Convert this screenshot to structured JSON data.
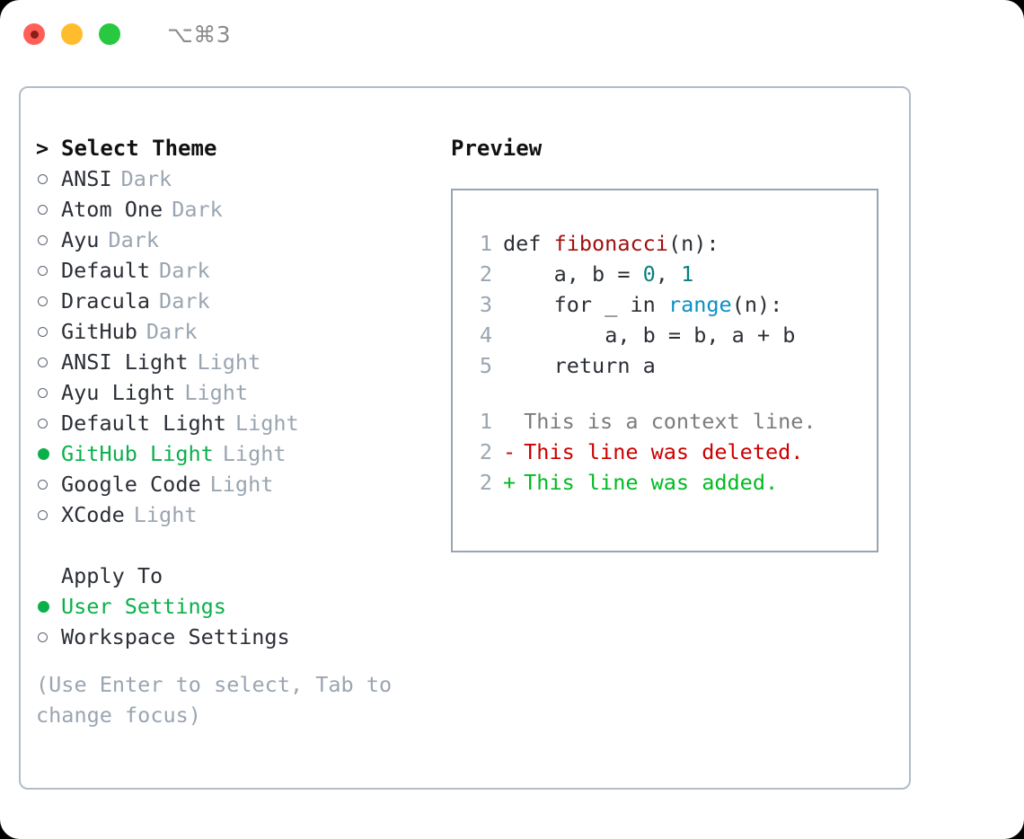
{
  "titlebar": {
    "shortcut": "⌥⌘3",
    "lights": [
      "close-red",
      "minimize-yellow",
      "maximize-green"
    ]
  },
  "theme_picker": {
    "header": {
      "marker": ">",
      "label": "Select Theme"
    },
    "items": [
      {
        "marker": "○",
        "label": "ANSI",
        "tag": "Dark",
        "selected": false
      },
      {
        "marker": "○",
        "label": "Atom One",
        "tag": "Dark",
        "selected": false
      },
      {
        "marker": "○",
        "label": "Ayu",
        "tag": "Dark",
        "selected": false
      },
      {
        "marker": "○",
        "label": "Default",
        "tag": "Dark",
        "selected": false
      },
      {
        "marker": "○",
        "label": "Dracula",
        "tag": "Dark",
        "selected": false
      },
      {
        "marker": "○",
        "label": "GitHub",
        "tag": "Dark",
        "selected": false
      },
      {
        "marker": "○",
        "label": "ANSI Light",
        "tag": "Light",
        "selected": false
      },
      {
        "marker": "○",
        "label": "Ayu Light",
        "tag": "Light",
        "selected": false
      },
      {
        "marker": "○",
        "label": "Default Light",
        "tag": "Light",
        "selected": false
      },
      {
        "marker": "●",
        "label": "GitHub Light",
        "tag": "Light",
        "selected": true
      },
      {
        "marker": "○",
        "label": "Google Code",
        "tag": "Light",
        "selected": false
      },
      {
        "marker": "○",
        "label": "XCode",
        "tag": "Light",
        "selected": false
      }
    ]
  },
  "apply_to": {
    "header": "Apply To",
    "items": [
      {
        "marker": "●",
        "label": "User Settings",
        "selected": true
      },
      {
        "marker": "○",
        "label": "Workspace Settings",
        "selected": false
      }
    ]
  },
  "hint": "(Use Enter to select, Tab to change focus)",
  "preview": {
    "title": "Preview",
    "code_lines": [
      {
        "no": "1",
        "indent": "",
        "parts": [
          {
            "text": "def ",
            "token": "plain"
          },
          {
            "text": "fibonacci",
            "token": "function"
          },
          {
            "text": "(n):",
            "token": "plain"
          }
        ]
      },
      {
        "no": "2",
        "indent": "    ",
        "parts": [
          {
            "text": "a, b = ",
            "token": "plain"
          },
          {
            "text": "0",
            "token": "number"
          },
          {
            "text": ", ",
            "token": "plain"
          },
          {
            "text": "1",
            "token": "number"
          }
        ]
      },
      {
        "no": "3",
        "indent": "    ",
        "parts": [
          {
            "text": "for _ in ",
            "token": "plain"
          },
          {
            "text": "range",
            "token": "call"
          },
          {
            "text": "(n):",
            "token": "plain"
          }
        ]
      },
      {
        "no": "4",
        "indent": "        ",
        "parts": [
          {
            "text": "a, b = b, a + b",
            "token": "plain"
          }
        ]
      },
      {
        "no": "5",
        "indent": "    ",
        "parts": [
          {
            "text": "return a",
            "token": "plain"
          }
        ]
      }
    ],
    "diff_lines": [
      {
        "no": "1",
        "sign": " ",
        "text": "This is a context line.",
        "kind": "context"
      },
      {
        "no": "2",
        "sign": "-",
        "text": "This line was deleted.",
        "kind": "deleted"
      },
      {
        "no": "2",
        "sign": "+",
        "text": "This line was added.",
        "kind": "added"
      }
    ]
  },
  "colors": {
    "selected_green": "#0ab04a",
    "muted_slate": "#9aa5b1",
    "border": "#b3bcc7",
    "diff_deleted": "#cc0000",
    "diff_added": "#00bb22",
    "token_function": "#a01010",
    "token_number": "#0a7f7f",
    "token_call": "#0b8fc4"
  }
}
